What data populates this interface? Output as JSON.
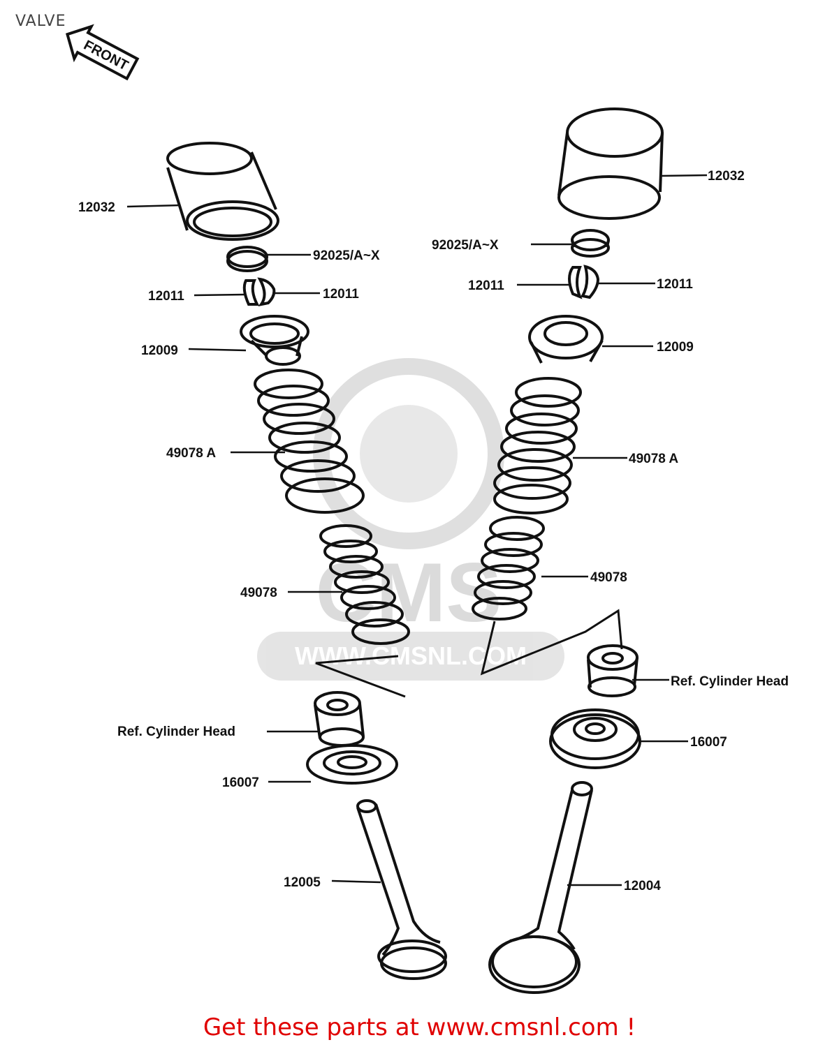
{
  "page": {
    "title": "VALVE",
    "footer": "Get these parts at www.cmsnl.com !"
  },
  "front_arrow_text": "FRONT",
  "watermark": {
    "brand": "CMS",
    "url": "WWW.CMSNL.COM",
    "color": "#d8d8d8"
  },
  "labels": {
    "l_12032": "12032",
    "l_92025": "92025/A~X",
    "l_12011a": "12011",
    "l_12011b": "12011",
    "l_12009": "12009",
    "l_49078A": "49078 A",
    "l_49078": "49078",
    "l_refhead": "Ref.  Cylinder Head",
    "l_16007": "16007",
    "l_12005": "12005",
    "r_12032": "12032",
    "r_92025": "92025/A~X",
    "r_12011a": "12011",
    "r_12011b": "12011",
    "r_12009": "12009",
    "r_49078A": "49078 A",
    "r_49078": "49078",
    "r_refhead": "Ref.  Cylinder Head",
    "r_16007": "16007",
    "r_12004": "12004"
  },
  "colors": {
    "line": "#111111",
    "footer": "#e00000",
    "title": "#444444"
  }
}
